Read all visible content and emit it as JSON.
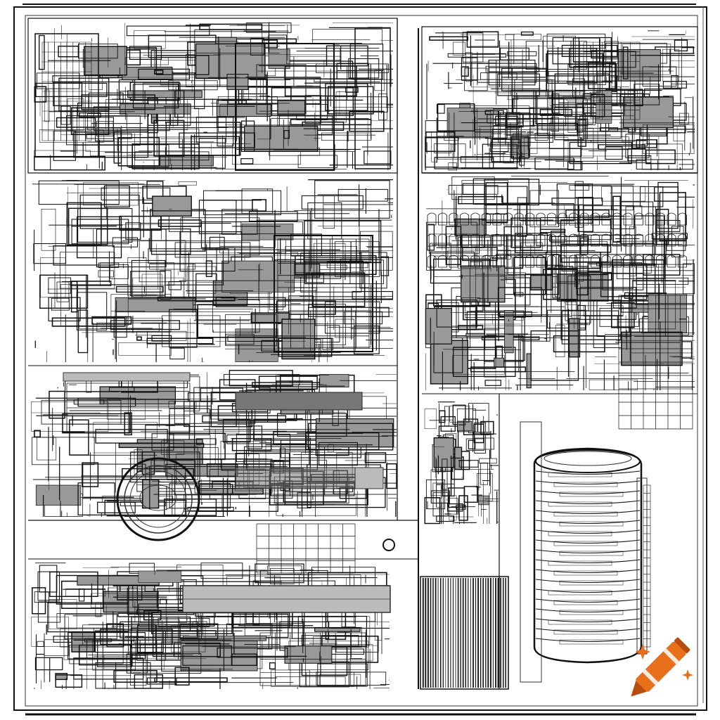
{
  "drawing": {
    "style": "black-and-white technical line drawing",
    "background": "#ffffff",
    "ink_color": "#111111",
    "panels": [
      {
        "id": "upper-left-machinery"
      },
      {
        "id": "upper-right-plant-elevation"
      },
      {
        "id": "middle-left-boiler-section"
      },
      {
        "id": "middle-right-tank-array"
      },
      {
        "id": "lower-left-turbine-assembly"
      },
      {
        "id": "lower-right-cylindrical-tower"
      }
    ]
  },
  "watermark": {
    "icon": "crayon-icon",
    "body_color": "#e8701a",
    "tip_color": "#b84c0c",
    "sparkle_color": "#e8701a"
  }
}
